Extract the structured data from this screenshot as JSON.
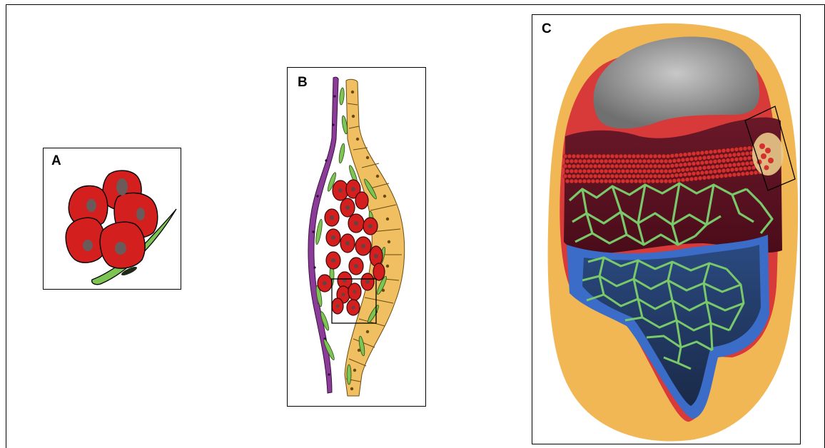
{
  "figure": {
    "panels": [
      {
        "id": "A",
        "label": "A"
      },
      {
        "id": "B",
        "label": "B"
      },
      {
        "id": "C",
        "label": "C"
      }
    ]
  },
  "colors": {
    "red_cell": "#d41f1f",
    "nucleus": "#6a5a5a",
    "green_cell": "#7dc454",
    "purple_layer": "#8b3c98",
    "tan_layer": "#efbf62",
    "background_yellow": "#f2b755",
    "gray_cavity": "#9a9a9a",
    "maroon_layer": "#5a1020",
    "blue_layer": "#3a6cc8",
    "network_green": "#79c96a"
  }
}
